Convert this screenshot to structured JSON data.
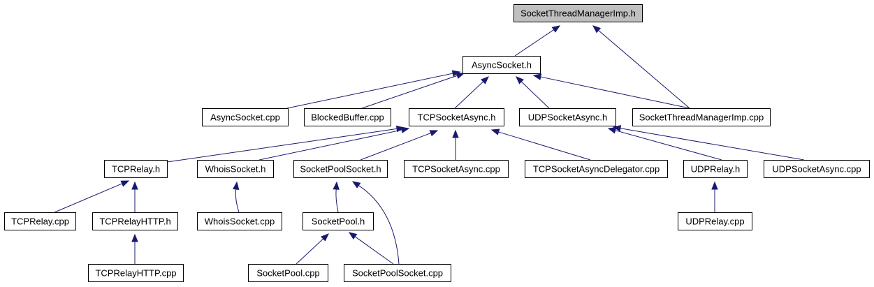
{
  "colors": {
    "edge": "#191970",
    "root_fill": "#bfbfbf",
    "node_fill": "#ffffff",
    "border": "#000000"
  },
  "nodes": {
    "socket_thread_manager_imp_h": "SocketThreadManagerImp.h",
    "async_socket_h": "AsyncSocket.h",
    "async_socket_cpp": "AsyncSocket.cpp",
    "blocked_buffer_cpp": "BlockedBuffer.cpp",
    "tcp_socket_async_h": "TCPSocketAsync.h",
    "udp_socket_async_h": "UDPSocketAsync.h",
    "socket_thread_manager_imp_cpp": "SocketThreadManagerImp.cpp",
    "tcp_relay_h": "TCPRelay.h",
    "whois_socket_h": "WhoisSocket.h",
    "socket_pool_socket_h": "SocketPoolSocket.h",
    "tcp_socket_async_cpp": "TCPSocketAsync.cpp",
    "tcp_socket_async_delegator_cpp": "TCPSocketAsyncDelegator.cpp",
    "udp_relay_h": "UDPRelay.h",
    "udp_socket_async_cpp": "UDPSocketAsync.cpp",
    "tcp_relay_cpp": "TCPRelay.cpp",
    "tcp_relay_http_h": "TCPRelayHTTP.h",
    "whois_socket_cpp": "WhoisSocket.cpp",
    "socket_pool_h": "SocketPool.h",
    "udp_relay_cpp": "UDPRelay.cpp",
    "tcp_relay_http_cpp": "TCPRelayHTTP.cpp",
    "socket_pool_cpp": "SocketPool.cpp",
    "socket_pool_socket_cpp": "SocketPoolSocket.cpp"
  },
  "edges": [
    [
      "async_socket_h",
      "socket_thread_manager_imp_h"
    ],
    [
      "socket_thread_manager_imp_cpp",
      "socket_thread_manager_imp_h"
    ],
    [
      "async_socket_cpp",
      "async_socket_h"
    ],
    [
      "blocked_buffer_cpp",
      "async_socket_h"
    ],
    [
      "tcp_socket_async_h",
      "async_socket_h"
    ],
    [
      "udp_socket_async_h",
      "async_socket_h"
    ],
    [
      "socket_thread_manager_imp_cpp",
      "async_socket_h"
    ],
    [
      "tcp_relay_h",
      "tcp_socket_async_h"
    ],
    [
      "whois_socket_h",
      "tcp_socket_async_h"
    ],
    [
      "socket_pool_socket_h",
      "tcp_socket_async_h"
    ],
    [
      "tcp_socket_async_cpp",
      "tcp_socket_async_h"
    ],
    [
      "tcp_socket_async_delegator_cpp",
      "tcp_socket_async_h"
    ],
    [
      "udp_relay_h",
      "udp_socket_async_h"
    ],
    [
      "udp_socket_async_cpp",
      "udp_socket_async_h"
    ],
    [
      "tcp_relay_cpp",
      "tcp_relay_h"
    ],
    [
      "tcp_relay_http_h",
      "tcp_relay_h"
    ],
    [
      "tcp_relay_http_cpp",
      "tcp_relay_http_h"
    ],
    [
      "whois_socket_cpp",
      "whois_socket_h"
    ],
    [
      "socket_pool_h",
      "socket_pool_socket_h"
    ],
    [
      "socket_pool_socket_cpp",
      "socket_pool_socket_h"
    ],
    [
      "socket_pool_cpp",
      "socket_pool_h"
    ],
    [
      "socket_pool_socket_cpp",
      "socket_pool_h"
    ],
    [
      "udp_relay_cpp",
      "udp_relay_h"
    ]
  ]
}
